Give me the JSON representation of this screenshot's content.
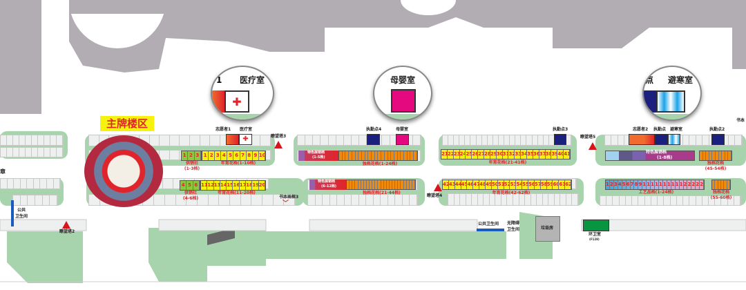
{
  "title": "主牌楼区",
  "colors": {
    "gray": "#b2adb3",
    "green": "#a8d4ad",
    "yellow": "#f7f10e",
    "lime": "#8dc63f",
    "orange": "#f08a0c",
    "navy": "#1b1f7e",
    "magenta": "#e5097f",
    "red": "#d7141c"
  },
  "facilities": {
    "volunteer1": "志愿者1",
    "medical": "医疗室",
    "volunteer2": "志愿者2",
    "duty": "执勤点",
    "duty2": "执勤点2",
    "duty3": "执勤点3",
    "duty4": "执勤点4",
    "shelter": "避寒室",
    "nursing": "母婴室",
    "tower2": "瞭望塔2",
    "tower3": "瞭望塔3",
    "tower4": "瞭望塔4",
    "tower5": "瞭望塔5",
    "frame3": "书本画框3",
    "frame": "书本",
    "toilet_public": "公共卫生间",
    "toilet_public_a": "公共",
    "toilet_public_b": "卫生间",
    "toilet_access_a": "无障碍",
    "toilet_access_b": "卫生间",
    "garbage": "垃圾房",
    "sanitation": "环卫室",
    "sanitation_sub": "(F128)",
    "zhang": "章",
    "med_tag": "医疗室",
    "vol_tag": "志愿者1"
  },
  "magnifiers": {
    "left_partial": "1",
    "left": "医疗室",
    "mid": "母婴室",
    "right_partial": "点",
    "right": "避寒室"
  },
  "stalls": {
    "coop_a": [
      "1",
      "2",
      "3"
    ],
    "coop_b": [
      "4",
      "5",
      "6"
    ],
    "flower_1_10": [
      "1",
      "2",
      "3",
      "4",
      "5",
      "6",
      "7",
      "8",
      "9",
      "10"
    ],
    "flower_11_20": [
      "11",
      "12",
      "13",
      "14",
      "15",
      "16",
      "17",
      "18",
      "19",
      "20"
    ],
    "flower_21_41": [
      "21",
      "22",
      "23",
      "24",
      "25",
      "26",
      "27",
      "28",
      "29",
      "30",
      "31",
      "32",
      "33",
      "34",
      "35",
      "36",
      "37",
      "38",
      "39",
      "40",
      "41"
    ],
    "flower_42_62": [
      "42",
      "43",
      "44",
      "45",
      "46",
      "47",
      "48",
      "49",
      "50",
      "51",
      "52",
      "53",
      "54",
      "55",
      "56",
      "57",
      "58",
      "59",
      "60",
      "61",
      "62"
    ],
    "craft_1_24": [
      "1",
      "2",
      "3",
      "4",
      "5",
      "6",
      "7",
      "8",
      "9",
      "10",
      "11",
      "12",
      "13",
      "14",
      "15",
      "16",
      "17",
      "18",
      "19",
      "20",
      "21",
      "22",
      "23",
      "24"
    ]
  },
  "labels": {
    "coop_a": "供销社",
    "coop_a_range": "(1-3档)",
    "coop_b": "供销社",
    "coop_b_range": "(4-6档)",
    "flower_a": "年宵花档(1-10档)",
    "flower_b": "年宵花档(11-20档)",
    "orange_a": "独档花档(1-24档)",
    "orange_b": "独档花档(21-44档)",
    "flower_c": "年宵花档(21-41档)",
    "flower_d": "年宵花档(42-62档)",
    "special_a": "特色展销档",
    "special_a_range": "(1-5档)",
    "special_b": "特色展销档",
    "special_b_range": "(6-12档)",
    "special_c": "特色展销档",
    "special_c_range": "(1-8档)",
    "orange_c": "独档花档",
    "orange_c_range": "(45-54档)",
    "craft": "工艺品档(1-24档)",
    "orange_d": "独档花档",
    "orange_d_range": "(55-60档)"
  }
}
